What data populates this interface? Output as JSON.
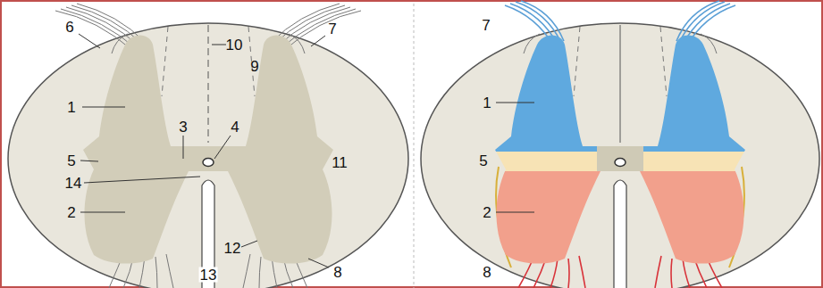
{
  "diagram": {
    "labels": [
      "6",
      "10",
      "7",
      "9",
      "1",
      "3",
      "4",
      "5",
      "11",
      "14",
      "2",
      "12",
      "13",
      "8",
      "7",
      "1",
      "5",
      "2",
      "8"
    ]
  }
}
